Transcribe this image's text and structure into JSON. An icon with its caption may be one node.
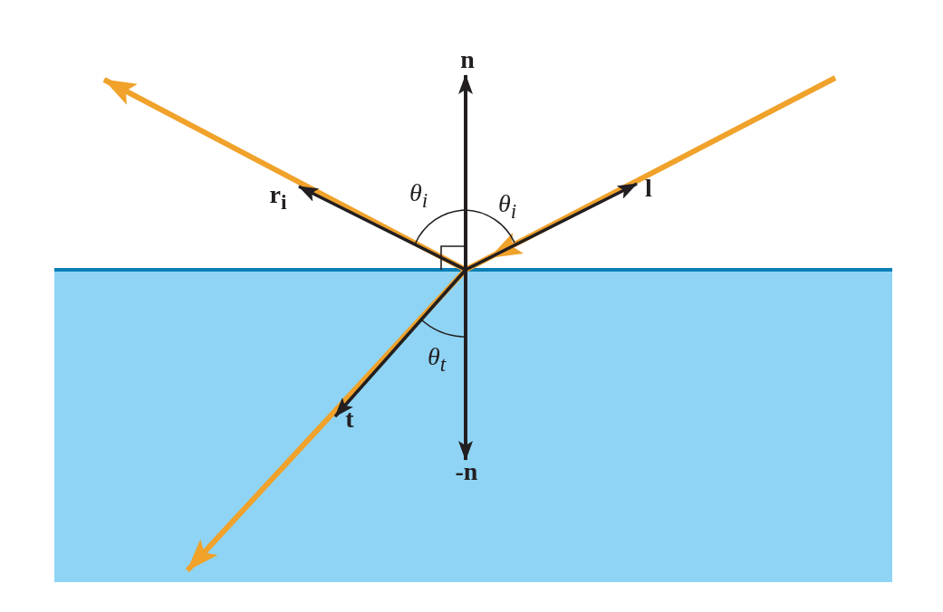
{
  "diagram": {
    "labels": [
      "n",
      "θ$_{i}$",
      "θ$_{i}$",
      "r$_{i}$",
      "l",
      "θ$_{t}$",
      "t",
      "-n"
    ]
  }
}
